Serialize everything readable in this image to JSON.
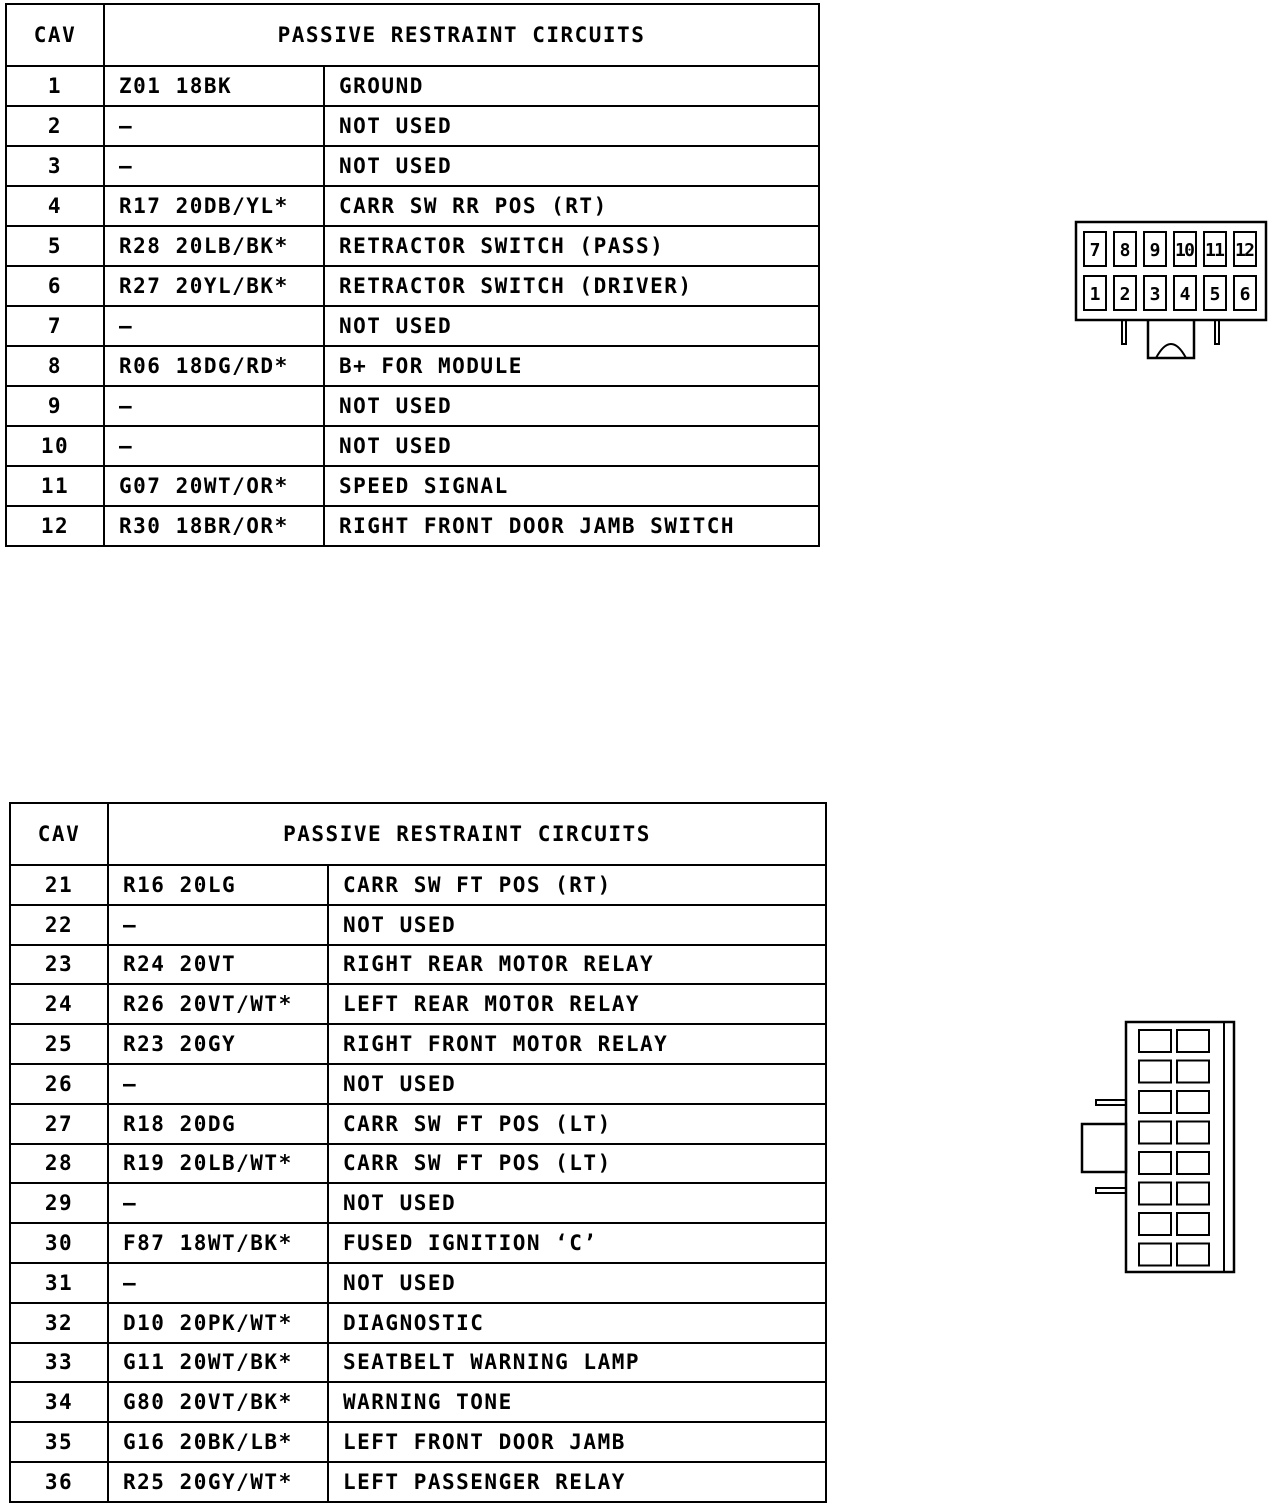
{
  "table_1": {
    "header": {
      "cav": "CAV",
      "title": "PASSIVE RESTRAINT CIRCUITS"
    },
    "rows": [
      {
        "cav": "1",
        "wire": "Z01 18BK",
        "function": "GROUND"
      },
      {
        "cav": "2",
        "wire": "—",
        "function": "NOT USED"
      },
      {
        "cav": "3",
        "wire": "—",
        "function": "NOT USED"
      },
      {
        "cav": "4",
        "wire": "R17 20DB/YL*",
        "function": "CARR SW RR POS (RT)"
      },
      {
        "cav": "5",
        "wire": "R28 20LB/BK*",
        "function": "RETRACTOR SWITCH (PASS)"
      },
      {
        "cav": "6",
        "wire": "R27 20YL/BK*",
        "function": "RETRACTOR SWITCH (DRIVER)"
      },
      {
        "cav": "7",
        "wire": "—",
        "function": "NOT USED"
      },
      {
        "cav": "8",
        "wire": "R06 18DG/RD*",
        "function": "B+ FOR MODULE"
      },
      {
        "cav": "9",
        "wire": "—",
        "function": "NOT USED"
      },
      {
        "cav": "10",
        "wire": "—",
        "function": "NOT USED"
      },
      {
        "cav": "11",
        "wire": "G07 20WT/OR*",
        "function": "SPEED SIGNAL"
      },
      {
        "cav": "12",
        "wire": "R30 18BR/OR*",
        "function": "RIGHT FRONT DOOR JAMB SWITCH"
      }
    ]
  },
  "table_2": {
    "header": {
      "cav": "CAV",
      "title": "PASSIVE RESTRAINT CIRCUITS"
    },
    "rows": [
      {
        "cav": "21",
        "wire": "R16 20LG",
        "function": "CARR SW FT POS (RT)"
      },
      {
        "cav": "22",
        "wire": "—",
        "function": "NOT USED"
      },
      {
        "cav": "23",
        "wire": "R24 20VT",
        "function": "RIGHT REAR MOTOR RELAY"
      },
      {
        "cav": "24",
        "wire": "R26 20VT/WT*",
        "function": "LEFT REAR MOTOR RELAY"
      },
      {
        "cav": "25",
        "wire": "R23 20GY",
        "function": "RIGHT FRONT MOTOR RELAY"
      },
      {
        "cav": "26",
        "wire": "—",
        "function": "NOT USED"
      },
      {
        "cav": "27",
        "wire": "R18 20DG",
        "function": "CARR SW FT POS (LT)"
      },
      {
        "cav": "28",
        "wire": "R19 20LB/WT*",
        "function": "CARR SW FT POS (LT)"
      },
      {
        "cav": "29",
        "wire": "—",
        "function": "NOT USED"
      },
      {
        "cav": "30",
        "wire": "F87 18WT/BK*",
        "function": "FUSED IGNITION ‘C’"
      },
      {
        "cav": "31",
        "wire": "—",
        "function": "NOT USED"
      },
      {
        "cav": "32",
        "wire": "D10 20PK/WT*",
        "function": "DIAGNOSTIC"
      },
      {
        "cav": "33",
        "wire": "G11 20WT/BK*",
        "function": "SEATBELT WARNING LAMP"
      },
      {
        "cav": "34",
        "wire": "G80 20VT/BK*",
        "function": "WARNING TONE"
      },
      {
        "cav": "35",
        "wire": "G16 20BK/LB*",
        "function": "LEFT FRONT DOOR JAMB"
      },
      {
        "cav": "36",
        "wire": "R25 20GY/WT*",
        "function": "LEFT PASSENGER RELAY"
      }
    ]
  },
  "connector_1": {
    "top_row": [
      "7",
      "8",
      "9",
      "10",
      "11",
      "12"
    ],
    "bottom_row": [
      "1",
      "2",
      "3",
      "4",
      "5",
      "6"
    ]
  },
  "connector_2": {
    "cavity_rows": 8,
    "cavity_cols": 2
  }
}
